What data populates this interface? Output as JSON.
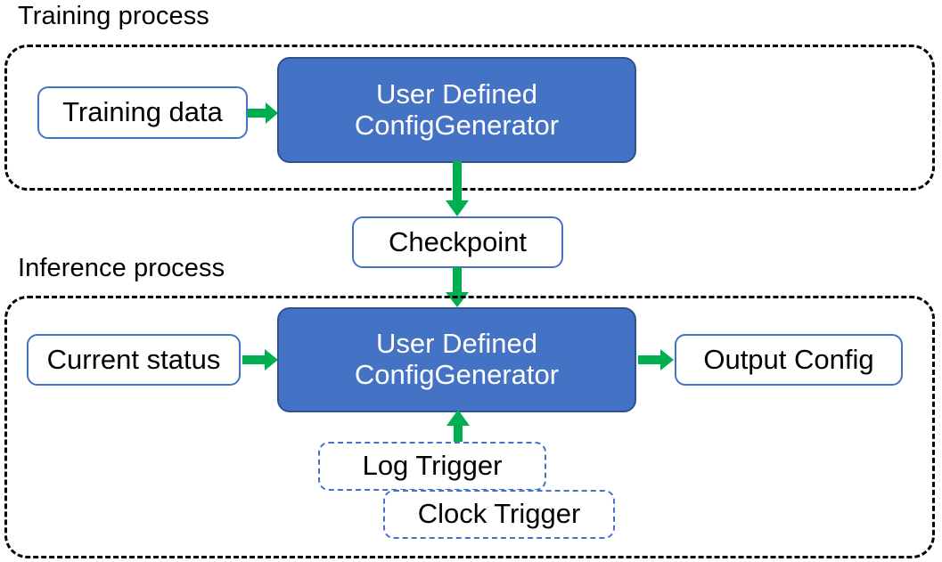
{
  "diagram": {
    "title_top": "Training process",
    "title_bottom": "Inference process",
    "colors": {
      "primary_fill": "#4472C4",
      "primary_stroke": "#2F528F",
      "node_border": "#4472C4",
      "arrow": "#00B050",
      "group_border": "#000000",
      "text_dark": "#000000",
      "text_light": "#FFFFFF",
      "background": "#FFFFFF"
    },
    "groups": [
      {
        "name": "training-process-group",
        "label": "Training process"
      },
      {
        "name": "inference-process-group",
        "label": "Inference process"
      }
    ],
    "nodes": {
      "training_data": "Training data",
      "config_generator_training": "User Defined\nConfigGenerator",
      "config_generator_training_line1": "User Defined",
      "config_generator_training_line2": "ConfigGenerator",
      "checkpoint": "Checkpoint",
      "current_status": "Current status",
      "config_generator_inference_line1": "User Defined",
      "config_generator_inference_line2": "ConfigGenerator",
      "output_config": "Output Config",
      "log_trigger": "Log Trigger",
      "clock_trigger": "Clock Trigger"
    },
    "edges": [
      {
        "name": "edge-training-data-to-generator",
        "from": "Training data",
        "to": "User Defined ConfigGenerator",
        "direction": "right"
      },
      {
        "name": "edge-generator-to-checkpoint",
        "from": "User Defined ConfigGenerator",
        "to": "Checkpoint",
        "direction": "down"
      },
      {
        "name": "edge-checkpoint-to-generator",
        "from": "Checkpoint",
        "to": "User Defined ConfigGenerator",
        "direction": "down"
      },
      {
        "name": "edge-current-status-to-generator",
        "from": "Current status",
        "to": "User Defined ConfigGenerator",
        "direction": "right"
      },
      {
        "name": "edge-generator-to-output-config",
        "from": "User Defined ConfigGenerator",
        "to": "Output Config",
        "direction": "right"
      },
      {
        "name": "edge-trigger-to-generator",
        "from": "Log Trigger / Clock Trigger",
        "to": "User Defined ConfigGenerator",
        "direction": "up"
      }
    ]
  }
}
